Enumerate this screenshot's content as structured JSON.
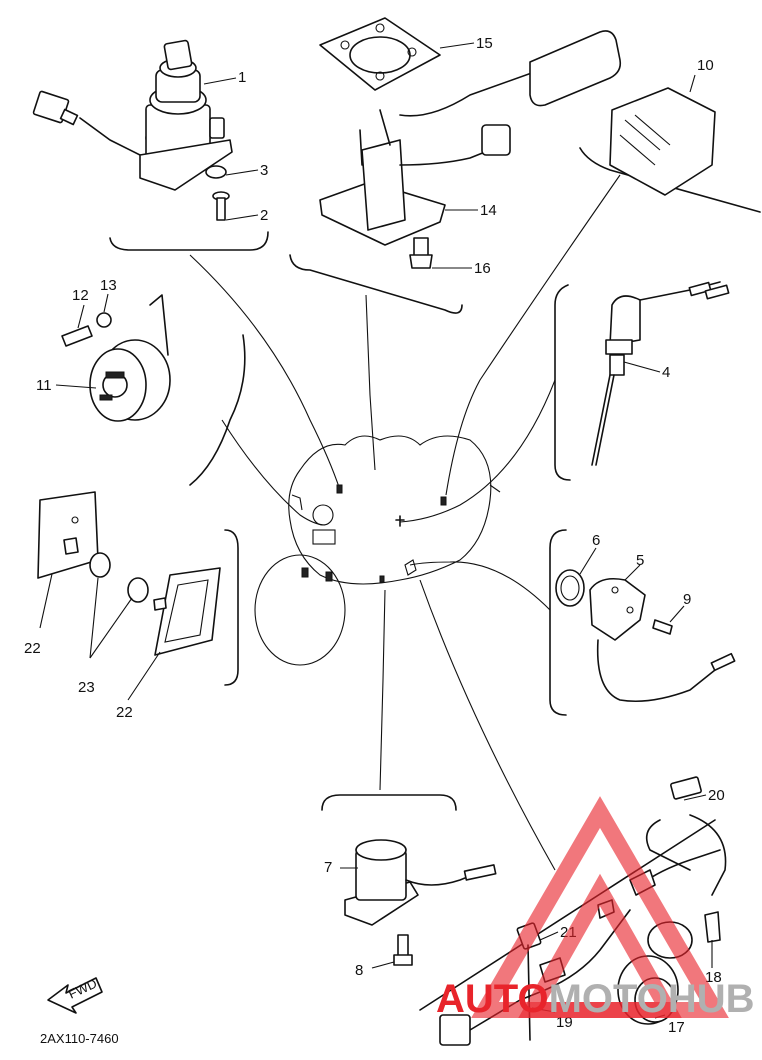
{
  "diagram": {
    "part_numbers": [
      "1",
      "2",
      "3",
      "4",
      "5",
      "6",
      "7",
      "8",
      "9",
      "10",
      "11",
      "12",
      "13",
      "14",
      "15",
      "16",
      "17",
      "18",
      "19",
      "20",
      "21",
      "22",
      "22",
      "23"
    ],
    "fwd_label": "FWD",
    "drawing_code": "2AX110-7460"
  },
  "watermark": {
    "text_part1": "AUTO",
    "text_part2": "MOTO",
    "text_part3": "HUB",
    "color_red": "#e8242b",
    "color_gray": "#b0b0b0"
  }
}
